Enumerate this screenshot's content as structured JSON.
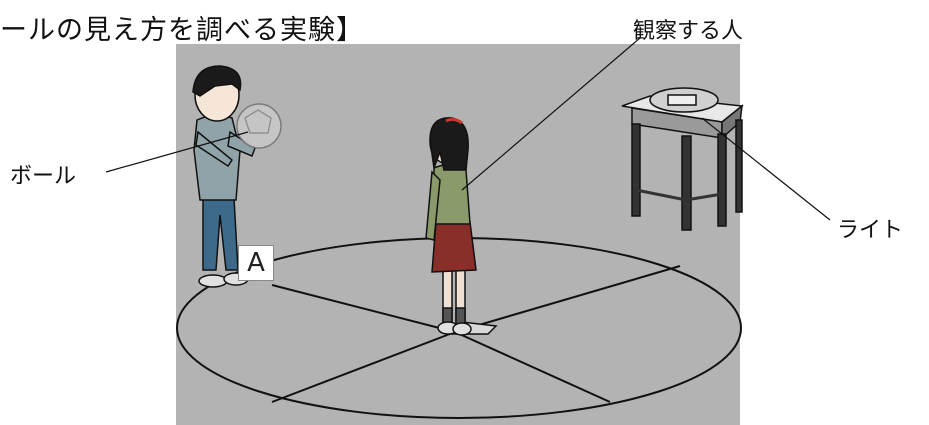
{
  "title": "ールの見え方を調べる実験】",
  "labels": {
    "ball": "ボール",
    "observer": "観察する人",
    "light": "ライト"
  },
  "marker": "A",
  "colors": {
    "panel_bg": "#b3b3b3",
    "shirt_boy": "#8fa3a8",
    "pants_boy": "#3d6a8a",
    "shirt_girl": "#8a9a6a",
    "skirt_girl": "#8a2e2a",
    "hair": "#1a1a1a"
  }
}
